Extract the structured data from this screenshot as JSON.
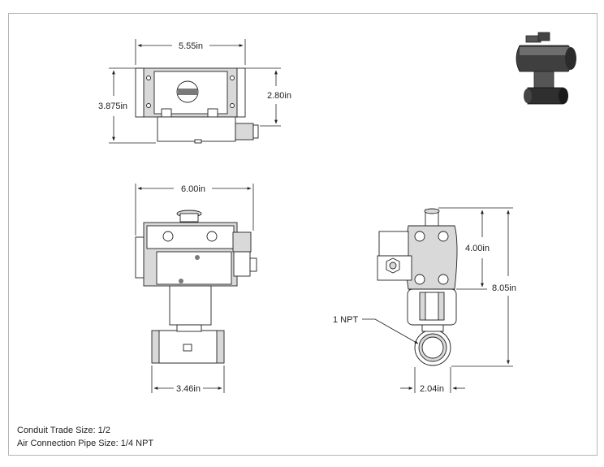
{
  "dimensions": {
    "top_width": "5.55in",
    "top_height_outer": "3.875in",
    "top_height_inner": "2.80in",
    "front_width": "6.00in",
    "front_base_width": "3.46in",
    "side_upper_height": "4.00in",
    "side_total_height": "8.05in",
    "side_base_width": "2.04in",
    "port_label": "1 NPT"
  },
  "notes": {
    "conduit": "Conduit Trade Size: 1/2",
    "air": "Air Connection Pipe Size: 1/4 NPT"
  },
  "icons": {
    "iso_view": "valve-actuator-isometric-icon"
  }
}
